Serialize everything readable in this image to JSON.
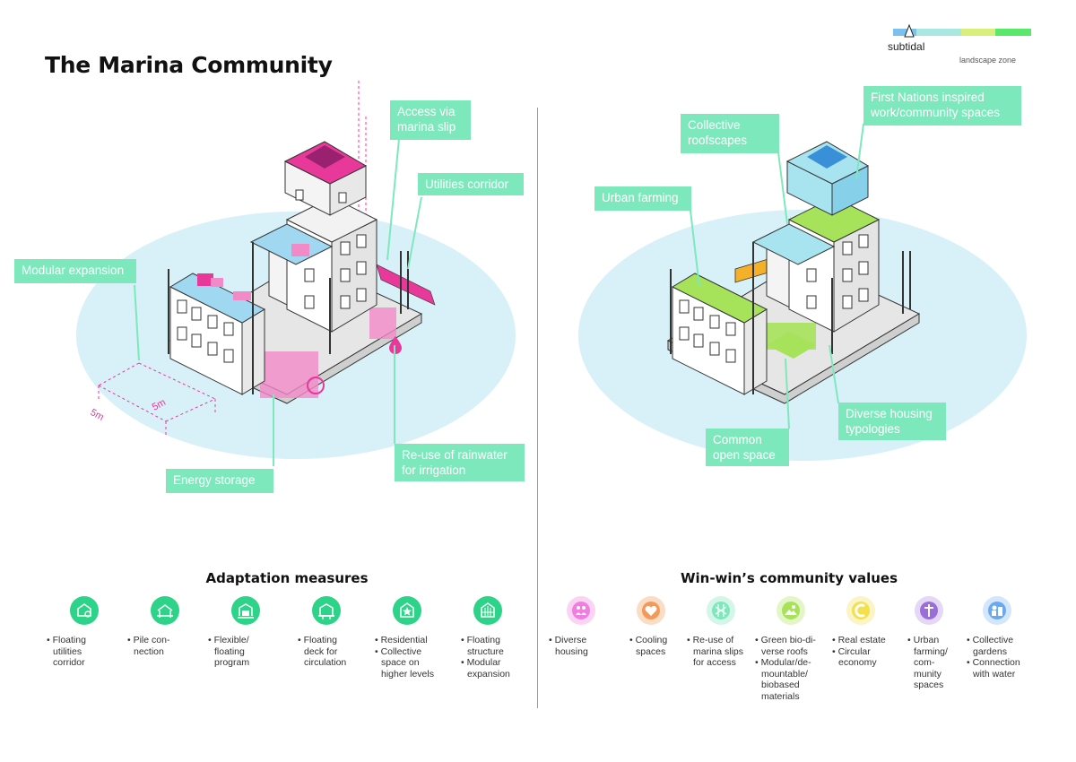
{
  "title": "The Marina Community",
  "legend": {
    "zone_label": "subtidal",
    "caption": "landscape zone",
    "colors": [
      "#7cc0f0",
      "#a8e8e0",
      "#d8f07a",
      "#58e86a"
    ]
  },
  "left_callouts": {
    "access": [
      "Access via",
      "marina slip"
    ],
    "utilities": "Utilities corridor",
    "modular": "Modular expansion",
    "energy": "Energy storage",
    "rainwater": [
      "Re-use of rainwater",
      "for irrigation"
    ]
  },
  "dimensions": {
    "d1": "5m",
    "d2": "5m"
  },
  "right_callouts": {
    "first_nations": [
      "First Nations inspired",
      "work/community spaces"
    ],
    "roofscapes": [
      "Collective",
      "roofscapes"
    ],
    "farming": "Urban farming",
    "diverse": [
      "Diverse housing",
      "typologies"
    ],
    "common": [
      "Common",
      "open space"
    ]
  },
  "adaptation": {
    "title": "Adaptation measures",
    "items": [
      {
        "icon": "floating-utilities-icon",
        "lines": [
          "• Floating",
          "utilities",
          "corridor"
        ]
      },
      {
        "icon": "pile-connection-icon",
        "lines": [
          "• Pile con-",
          "nection"
        ]
      },
      {
        "icon": "flexible-program-icon",
        "lines": [
          "• Flexible/",
          "floating",
          "program"
        ]
      },
      {
        "icon": "floating-deck-icon",
        "lines": [
          "• Floating",
          "deck for",
          "circulation"
        ]
      },
      {
        "icon": "residential-icon",
        "lines": [
          "• Residential",
          "• Collective",
          "space on",
          "higher levels"
        ]
      },
      {
        "icon": "floating-structure-icon",
        "lines": [
          "• Floating",
          "structure",
          "• Modular",
          "expansion"
        ]
      }
    ],
    "color": "#2ed38a"
  },
  "community": {
    "title": "Win-win’s community values",
    "items": [
      {
        "icon": "people-icon",
        "color": "#f07ee0",
        "lines": [
          "• Diverse",
          "housing"
        ]
      },
      {
        "icon": "heart-icon",
        "color": "#f39a5a",
        "lines": [
          "• Cooling",
          "spaces"
        ]
      },
      {
        "icon": "grid-icon",
        "color": "#7ee8bd",
        "lines": [
          "• Re-use of",
          "marina slips",
          "for access"
        ]
      },
      {
        "icon": "landscape-icon",
        "color": "#a6e25a",
        "lines": [
          "• Green bio-di-",
          "verse roofs",
          "• Modular/de-",
          "mountable/",
          "biobased",
          "materials"
        ]
      },
      {
        "icon": "circular-icon",
        "color": "#f4e04a",
        "lines": [
          "• Real estate",
          "• Circular",
          "economy"
        ]
      },
      {
        "icon": "farming-icon",
        "color": "#9a6ed8",
        "lines": [
          "• Urban",
          "farming/",
          "com-",
          "munity",
          "spaces"
        ]
      },
      {
        "icon": "gardens-icon",
        "color": "#6aa8f0",
        "lines": [
          "• Collective",
          "gardens",
          "• Connection",
          "with water"
        ]
      }
    ]
  }
}
